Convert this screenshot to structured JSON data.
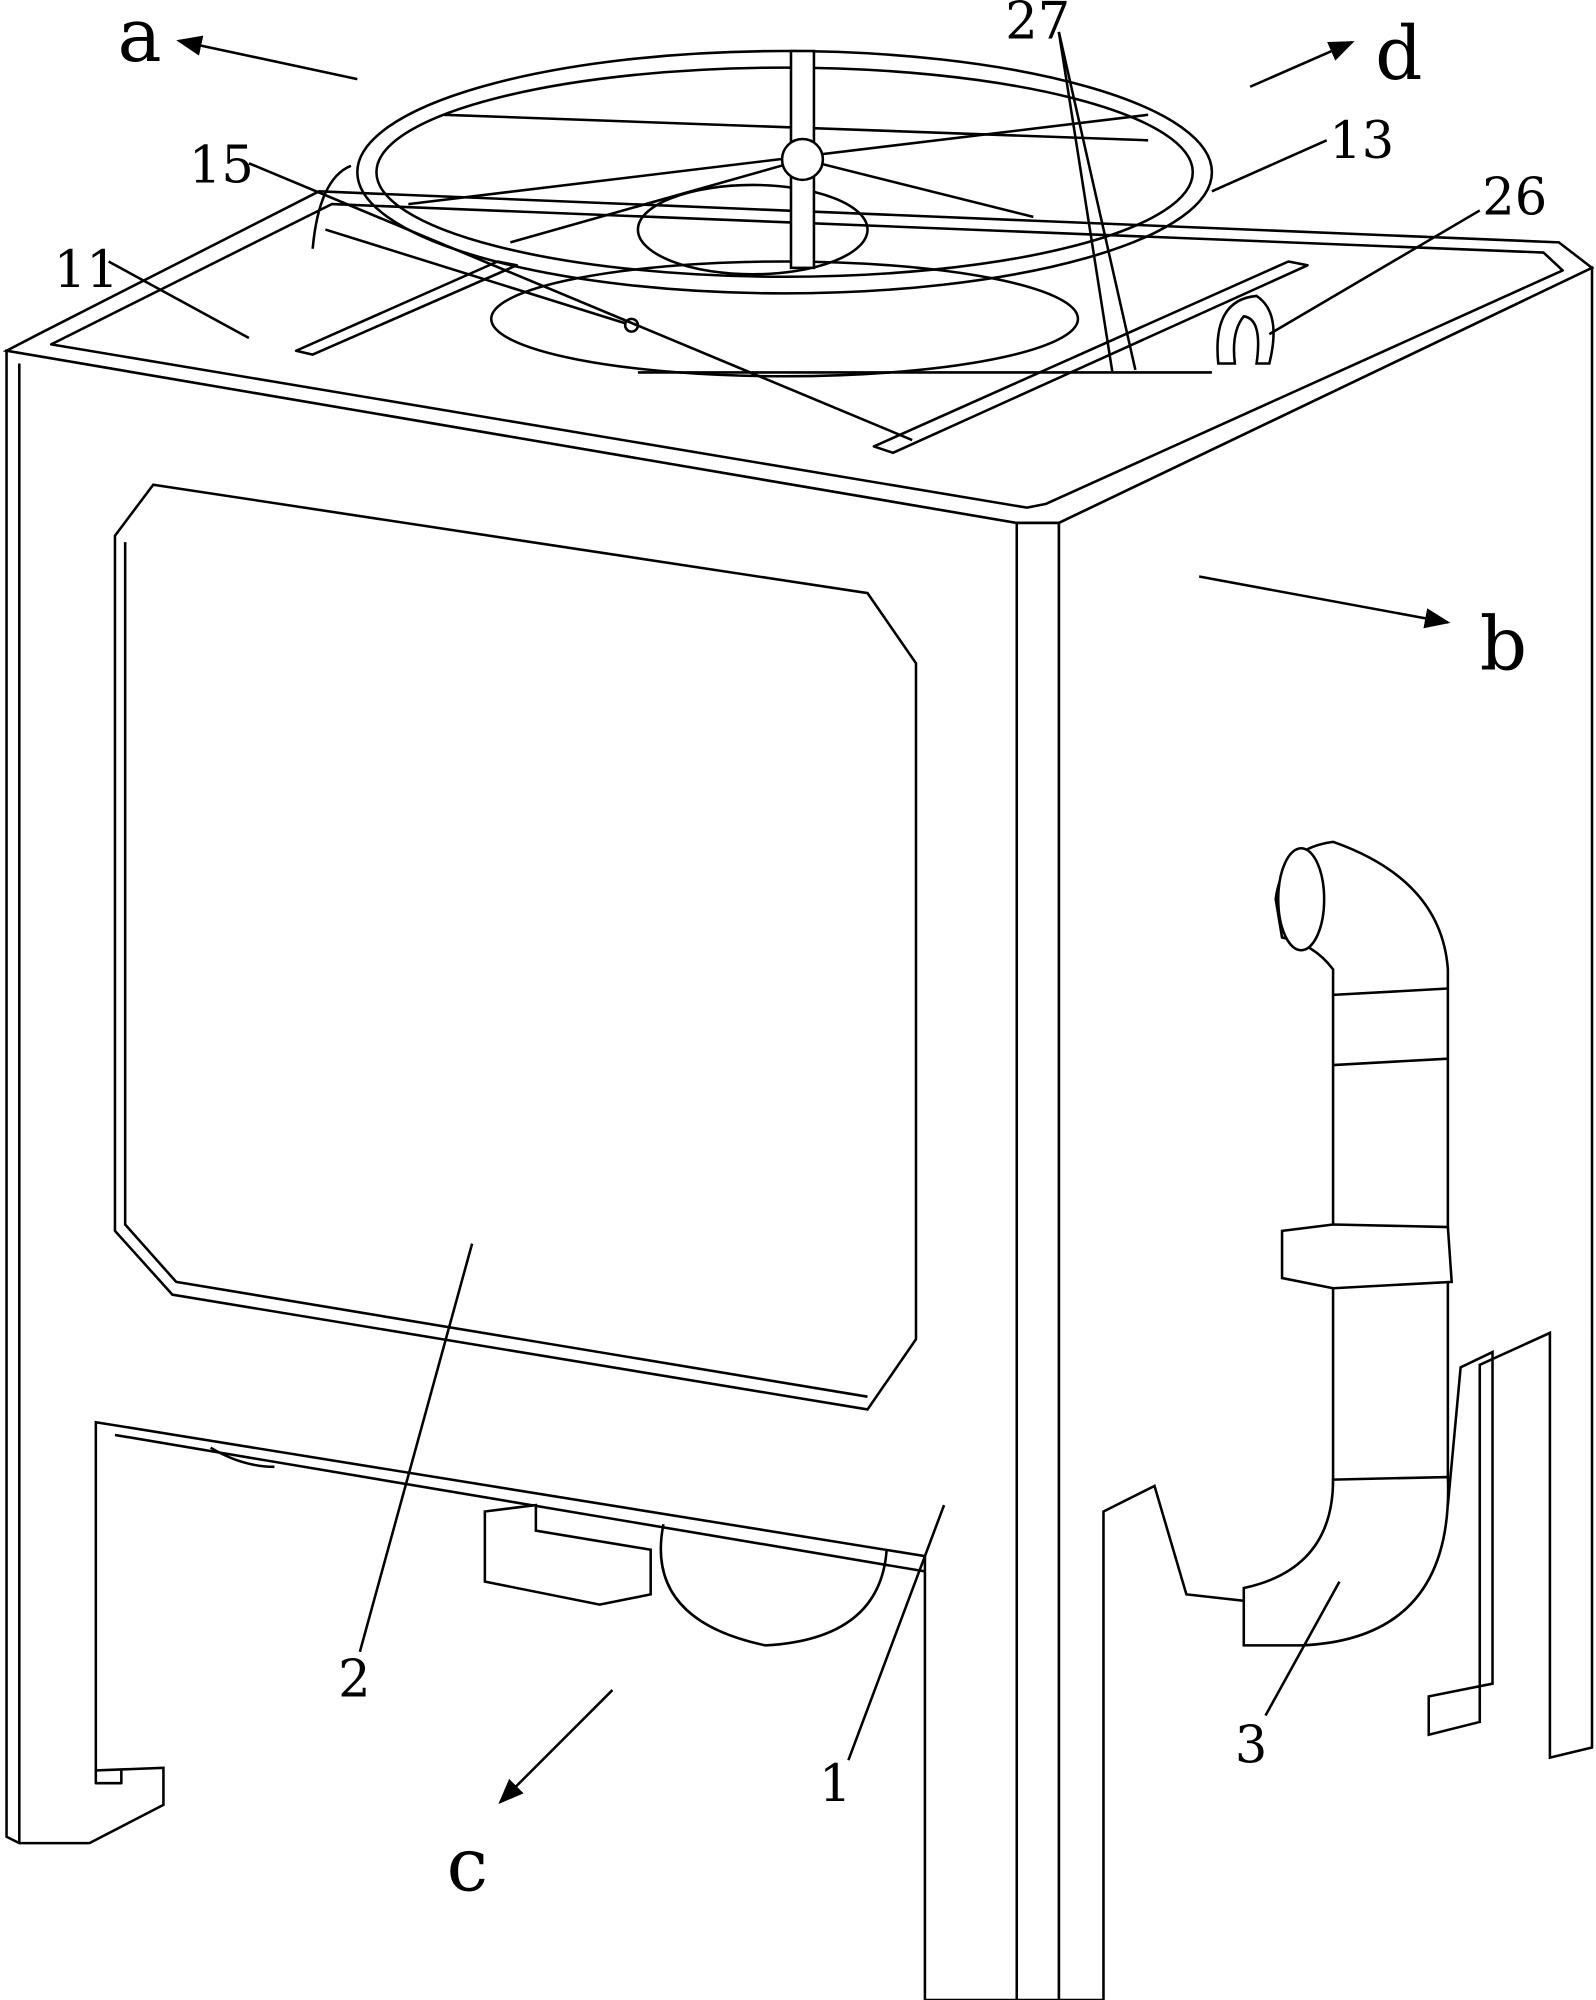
{
  "figure": {
    "labels": {
      "a": "a",
      "b": "b",
      "c": "c",
      "d": "d",
      "n27": "27",
      "n15": "15",
      "n13": "13",
      "n26": "26",
      "n11": "11",
      "n2": "2",
      "n1": "1",
      "n3": "3"
    },
    "colors": {
      "line": "#000000",
      "background": "#ffffff"
    }
  }
}
